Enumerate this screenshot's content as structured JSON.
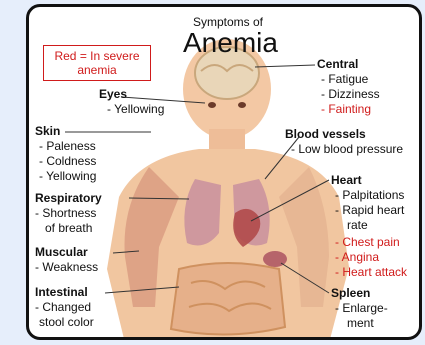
{
  "title": {
    "small": "Symptoms of",
    "big": "Anemia"
  },
  "legend": {
    "line1": "Red = In severe",
    "line2": "anemia"
  },
  "colors": {
    "severe": "#d01b1b",
    "border": "#111111",
    "background": "#e6eefb"
  },
  "groups": {
    "eyes": {
      "heading": "Eyes",
      "items": [
        "- Yellowing"
      ]
    },
    "skin": {
      "heading": "Skin",
      "items": [
        "- Paleness",
        "- Coldness",
        "- Yellowing"
      ]
    },
    "respiratory": {
      "heading": "Respiratory",
      "items": [
        "- Shortness",
        "of breath"
      ]
    },
    "muscular": {
      "heading": "Muscular",
      "items": [
        "- Weakness"
      ]
    },
    "intestinal": {
      "heading": "Intestinal",
      "items": [
        "- Changed",
        "stool color"
      ]
    },
    "central": {
      "heading": "Central",
      "items": [
        "- Fatigue",
        "- Dizziness"
      ],
      "severe_items": [
        "- Fainting"
      ]
    },
    "blood_vessels": {
      "heading": "Blood vessels",
      "items": [
        "- Low blood pressure"
      ]
    },
    "heart": {
      "heading": "Heart",
      "items": [
        "- Palpitations",
        "- Rapid heart",
        "rate"
      ],
      "severe_items": [
        "- Chest pain",
        "- Angina",
        "- Heart attack"
      ]
    },
    "spleen": {
      "heading": "Spleen",
      "items": [
        "- Enlarge-",
        "ment"
      ]
    }
  }
}
